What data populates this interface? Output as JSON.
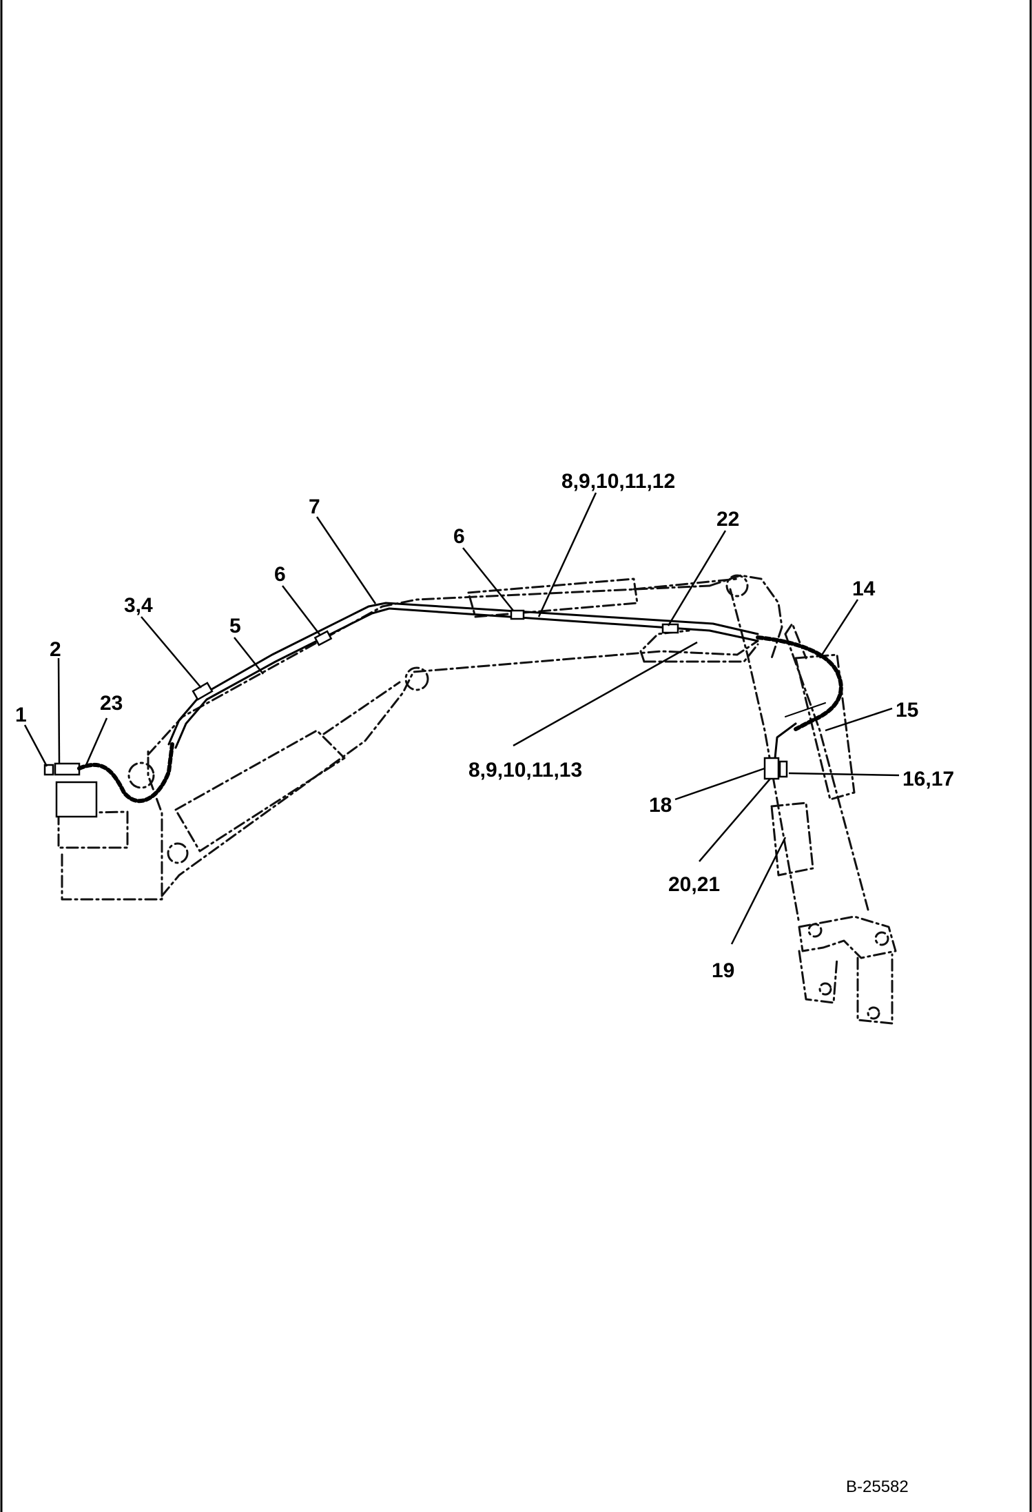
{
  "diagram": {
    "drawing_number": "B-25582",
    "callouts": [
      {
        "id": "1",
        "text": "1"
      },
      {
        "id": "2",
        "text": "2"
      },
      {
        "id": "23",
        "text": "23"
      },
      {
        "id": "3-4",
        "text": "3,4"
      },
      {
        "id": "5",
        "text": "5"
      },
      {
        "id": "6a",
        "text": "6"
      },
      {
        "id": "7",
        "text": "7"
      },
      {
        "id": "6b",
        "text": "6"
      },
      {
        "id": "8-12",
        "text": "8,9,10,11,12"
      },
      {
        "id": "22",
        "text": "22"
      },
      {
        "id": "14",
        "text": "14"
      },
      {
        "id": "15",
        "text": "15"
      },
      {
        "id": "16-17",
        "text": "16,17"
      },
      {
        "id": "18",
        "text": "18"
      },
      {
        "id": "8-13",
        "text": "8,9,10,11,13"
      },
      {
        "id": "20-21",
        "text": "20,21"
      },
      {
        "id": "19",
        "text": "19"
      }
    ]
  }
}
